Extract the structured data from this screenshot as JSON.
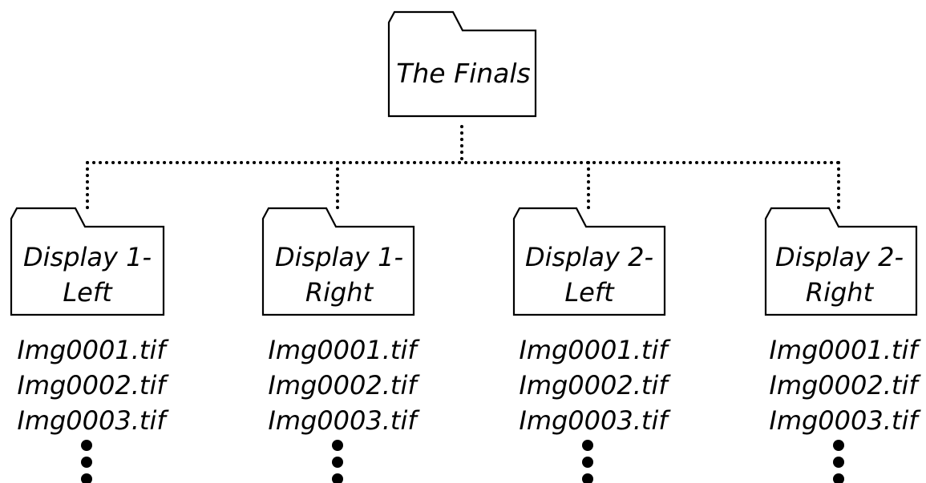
{
  "root": {
    "label": "The Finals",
    "icon": "folder-icon"
  },
  "folders": [
    {
      "label_lines": [
        "Display 1-",
        "Left"
      ],
      "icon": "folder-icon",
      "files": [
        "Img0001.tif",
        "Img0002.tif",
        "Img0003.tif"
      ],
      "continuation": "vertical-ellipsis"
    },
    {
      "label_lines": [
        "Display 1-",
        "Right"
      ],
      "icon": "folder-icon",
      "files": [
        "Img0001.tif",
        "Img0002.tif",
        "Img0003.tif"
      ],
      "continuation": "vertical-ellipsis"
    },
    {
      "label_lines": [
        "Display 2-",
        "Left"
      ],
      "icon": "folder-icon",
      "files": [
        "Img0001.tif",
        "Img0002.tif",
        "Img0003.tif"
      ],
      "continuation": "vertical-ellipsis"
    },
    {
      "label_lines": [
        "Display 2-",
        "Right"
      ],
      "icon": "folder-icon",
      "files": [
        "Img0001.tif",
        "Img0002.tif",
        "Img0003.tif"
      ],
      "continuation": "vertical-ellipsis"
    }
  ],
  "colors": {
    "line": "#000000",
    "background": "#ffffff"
  }
}
